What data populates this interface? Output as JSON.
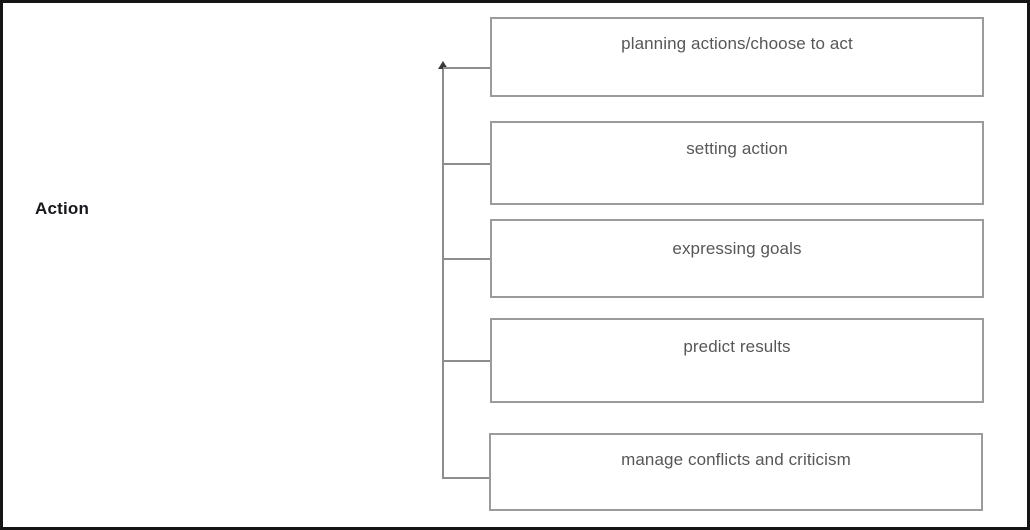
{
  "diagram": {
    "title": "Action",
    "root": {
      "label": "Action",
      "name": "root-node-action"
    },
    "connector": {
      "arrow_direction": "up",
      "line_color": "#8d8d8d",
      "arrow_color": "#3a3a3a"
    },
    "colors": {
      "box_border": "#9b9b9b",
      "box_fill": "#ffffff",
      "node_text": "#575757",
      "root_text": "#17181c",
      "frame_border": "#141414"
    },
    "nodes": [
      {
        "label": "planning actions/choose to act",
        "name": "node-planning-actions"
      },
      {
        "label": "setting action",
        "name": "node-setting-action"
      },
      {
        "label": "expressing goals",
        "name": "node-expressing-goals"
      },
      {
        "label": "predict results",
        "name": "node-predict-results"
      },
      {
        "label": "manage conflicts and criticism",
        "name": "node-manage-conflicts"
      }
    ]
  }
}
